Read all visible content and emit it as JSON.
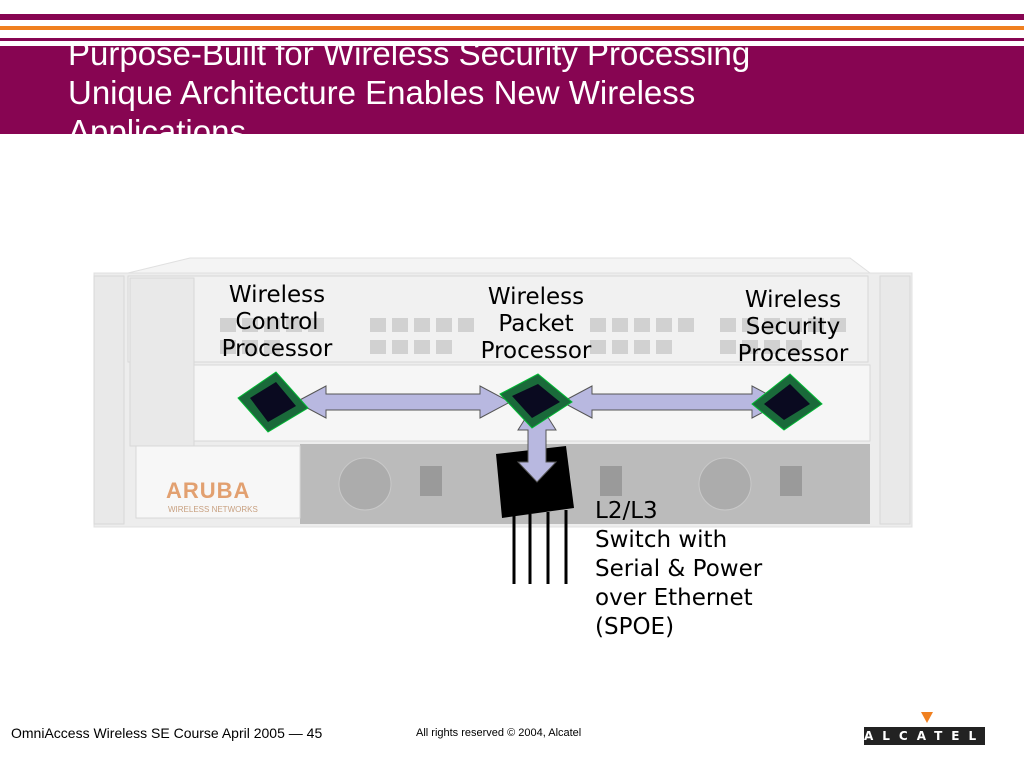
{
  "slide": {
    "title_lines": "Purpose-Built for Wireless Security Processing\nUnique Architecture Enables New Wireless\nApplications",
    "colors": {
      "header": "#870552",
      "accent_orange": "#f08020",
      "arrow": "#b8b8e0"
    }
  },
  "diagram": {
    "control_processor": "Wireless\nControl\nProcessor",
    "packet_processor": "Wireless\nPacket\nProcessor",
    "security_processor": "Wireless\nSecurity\nProcessor",
    "switch_label": "L2/L3\nSwitch with\nSerial & Power\nover Ethernet\n(SPOE)",
    "device_brand": "ARUBA",
    "device_subbrand": "WIRELESS NETWORKS"
  },
  "footer": {
    "course": "OmniAccess Wireless SE Course April 2005 — 45",
    "rights": "All rights reserved © 2004, Alcatel",
    "logo": "ALCATEL"
  }
}
